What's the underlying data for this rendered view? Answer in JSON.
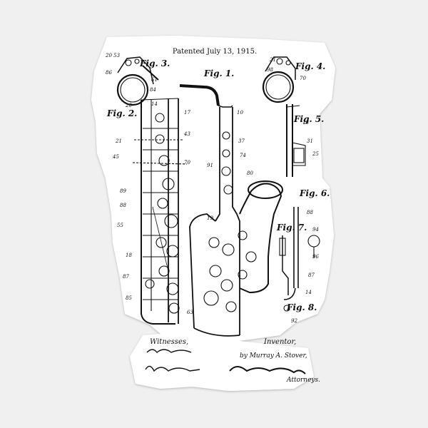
{
  "header": {
    "patent_date": "Patented July 13, 1915."
  },
  "figures": {
    "fig1": "Fig. 1.",
    "fig2": "Fig. 2.",
    "fig3": "Fig. 3.",
    "fig4": "Fig. 4.",
    "fig5": "Fig. 5.",
    "fig6": "Fig. 6.",
    "fig7": "Fig. 7.",
    "fig8": "Fig. 8."
  },
  "signatures": {
    "witnesses_label": "Witnesses,",
    "inventor_label": "Inventor,",
    "inventor_name": "by Murray A. Stover,",
    "attorneys_label": "Attorneys."
  },
  "colors": {
    "paper": "#ffffff",
    "ink": "#111111",
    "background": "#f0f0f0"
  }
}
